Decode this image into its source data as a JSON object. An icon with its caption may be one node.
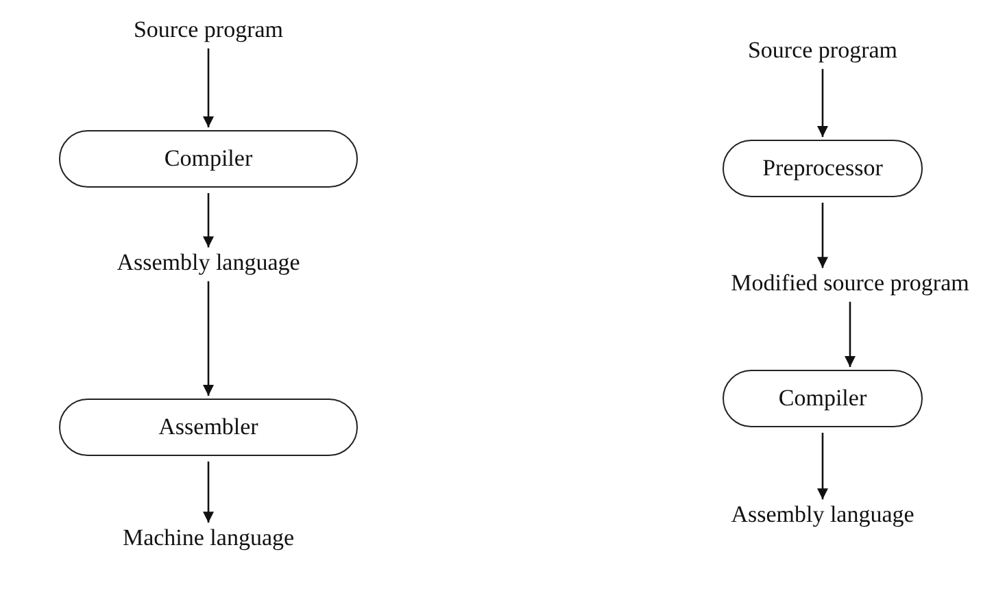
{
  "diagram": {
    "nodes": [
      {
        "text": [
          "Source program"
        ]
      },
      {
        "text": [
          "Compiler"
        ]
      },
      {
        "text": [
          "Assembly language"
        ]
      },
      {
        "text": [
          "Assembler"
        ]
      },
      {
        "text": [
          "Machine language"
        ]
      },
      {
        "text": [
          "Source program"
        ]
      },
      {
        "text": [
          "Preprocessor"
        ]
      },
      {
        "text": [
          "Modified source program"
        ]
      },
      {
        "text": [
          "Compiler"
        ]
      },
      {
        "text": [
          "Assembly language"
        ]
      }
    ],
    "edges": [
      {
        "from": 0,
        "to": 1,
        "arrow": "to"
      },
      {
        "from": 1,
        "to": 2,
        "arrow": "to"
      },
      {
        "from": 2,
        "to": 3,
        "arrow": "to"
      },
      {
        "from": 3,
        "to": 4,
        "arrow": "to"
      },
      {
        "from": 5,
        "to": 6,
        "arrow": "to"
      },
      {
        "from": 6,
        "to": 7,
        "arrow": "to"
      },
      {
        "from": 7,
        "to": 8,
        "arrow": "to"
      },
      {
        "from": 8,
        "to": 9,
        "arrow": "to"
      }
    ]
  }
}
